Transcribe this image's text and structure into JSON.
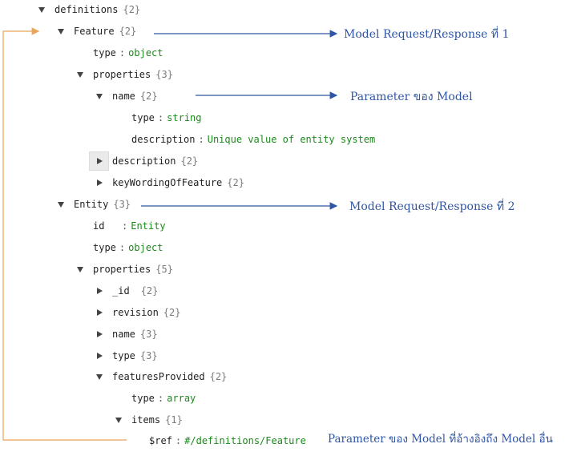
{
  "tree": {
    "definitions": {
      "key": "definitions",
      "count": "{2}"
    },
    "feature": {
      "key": "Feature",
      "count": "{2}"
    },
    "feature_type": {
      "key": "type",
      "value": "object"
    },
    "feature_properties": {
      "key": "properties",
      "count": "{3}"
    },
    "feature_name": {
      "key": "name",
      "count": "{2}"
    },
    "feature_name_type": {
      "key": "type",
      "value": "string"
    },
    "feature_name_description": {
      "key": "description",
      "value": "Unique value of entity system"
    },
    "feature_description": {
      "key": "description",
      "count": "{2}"
    },
    "feature_keywording": {
      "key": "keyWordingOfFeature",
      "count": "{2}"
    },
    "entity": {
      "key": "Entity",
      "count": "{3}"
    },
    "entity_id": {
      "key": "id",
      "value": "Entity"
    },
    "entity_type": {
      "key": "type",
      "value": "object"
    },
    "entity_properties": {
      "key": "properties",
      "count": "{5}"
    },
    "entity_prop_id": {
      "key": "_id",
      "count": "{2}"
    },
    "entity_prop_revision": {
      "key": "revision",
      "count": "{2}"
    },
    "entity_prop_name": {
      "key": "name",
      "count": "{3}"
    },
    "entity_prop_type": {
      "key": "type",
      "count": "{3}"
    },
    "entity_prop_features": {
      "key": "featuresProvided",
      "count": "{2}"
    },
    "features_type": {
      "key": "type",
      "value": "array"
    },
    "features_items": {
      "key": "items",
      "count": "{1}"
    },
    "items_ref": {
      "key": "$ref",
      "value": "#/definitions/Feature"
    }
  },
  "annotations": {
    "model1": "Model Request/Response ที่ 1",
    "param": "Parameter ของ Model",
    "model2": "Model Request/Response ที่ 2",
    "ref": "Parameter ของ Model ที่อ้างอิงถึง Model อื่น"
  },
  "colors": {
    "annotation": "#2f55a4",
    "reference_arrow": "#e8a45a",
    "value": "#1a8a1a"
  }
}
